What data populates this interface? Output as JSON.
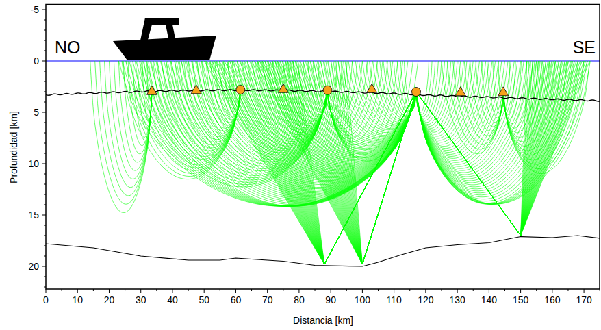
{
  "diagram": {
    "labels": [
      "NO",
      "SE",
      "-5",
      "0",
      "5",
      "10",
      "15",
      "20",
      "0",
      "10",
      "20",
      "30",
      "40",
      "50",
      "60",
      "70",
      "80",
      "90",
      "100",
      "110",
      "120",
      "130",
      "140",
      "150",
      "160",
      "170",
      "Profundidad [km]",
      "Distancia [km]"
    ]
  }
}
